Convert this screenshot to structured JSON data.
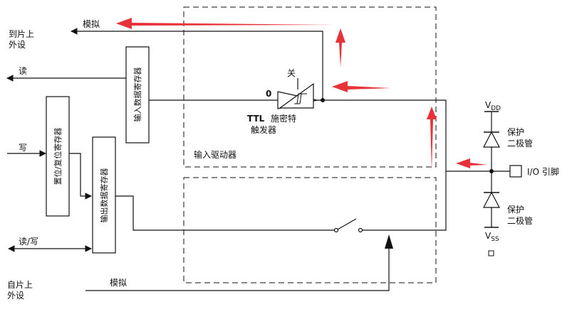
{
  "labels": {
    "to_chip_1": "到片上",
    "to_chip_2": "外设",
    "analog_top": "模拟",
    "read": "读",
    "write": "写",
    "read_write": "读/写",
    "from_chip_1": "自片上",
    "from_chip_2": "外设",
    "analog_bottom": "模拟",
    "input_data_reg": "输入数据寄存器",
    "output_data_reg": "输出数据寄存器",
    "set_reset_reg": "置位/复位寄存器",
    "off": "关",
    "zero": "0",
    "ttl": "TTL",
    "schmitt_1": "施密特",
    "schmitt_2": "触发器",
    "input_driver": "输入驱动器",
    "vdd": "V",
    "vdd_sub": "DD",
    "vss": "V",
    "vss_sub": "SS",
    "protect_top_1": "保护",
    "protect_top_2": "二极管",
    "protect_bot_1": "保护",
    "protect_bot_2": "二极管",
    "io_pin": "I/O 引脚"
  },
  "colors": {
    "line": "#111111",
    "arrow_red": "#e8323a"
  }
}
